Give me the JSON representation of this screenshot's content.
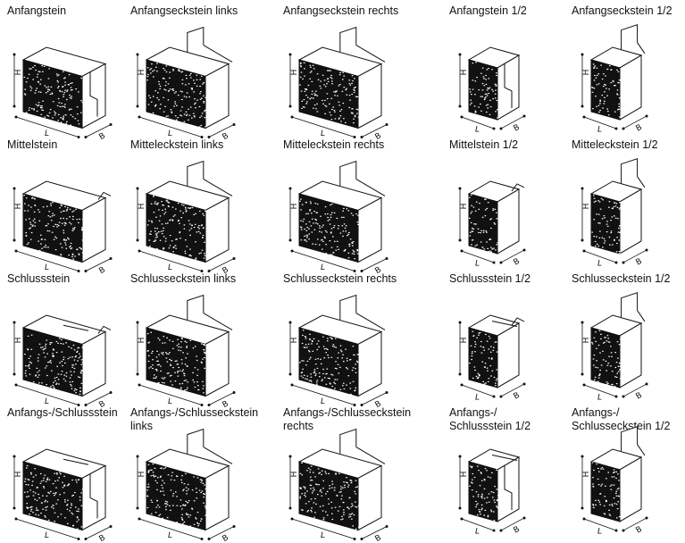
{
  "dimension_labels": {
    "height": "H",
    "length": "L",
    "width": "B"
  },
  "rows": [
    {
      "items": [
        {
          "title": "Anfangstein",
          "variant": "anfang",
          "hand": "left",
          "size": "full"
        },
        {
          "title": "Anfangseckstein links",
          "variant": "eck",
          "hand": "left",
          "size": "full"
        },
        {
          "title": "Anfangseckstein rechts",
          "variant": "eck",
          "hand": "right",
          "size": "full"
        },
        {
          "title": "Anfangstein 1/2",
          "variant": "anfang",
          "hand": "left",
          "size": "half"
        },
        {
          "title": "Anfangseckstein 1/2",
          "variant": "eck",
          "hand": "left",
          "size": "half"
        }
      ]
    },
    {
      "items": [
        {
          "title": "Mittelstein",
          "variant": "mittel",
          "hand": "left",
          "size": "full"
        },
        {
          "title": "Mitteleckstein links",
          "variant": "eck",
          "hand": "left",
          "size": "full"
        },
        {
          "title": "Mitteleckstein rechts",
          "variant": "eck",
          "hand": "right",
          "size": "full"
        },
        {
          "title": "Mittelstein 1/2",
          "variant": "mittel",
          "hand": "left",
          "size": "half"
        },
        {
          "title": "Mitteleckstein 1/2",
          "variant": "eck",
          "hand": "left",
          "size": "half"
        }
      ]
    },
    {
      "items": [
        {
          "title": "Schlussstein",
          "variant": "schluss",
          "hand": "left",
          "size": "full"
        },
        {
          "title": "Schlusseckstein links",
          "variant": "eck",
          "hand": "left",
          "size": "full"
        },
        {
          "title": "Schlusseckstein rechts",
          "variant": "eck",
          "hand": "right",
          "size": "full"
        },
        {
          "title": "Schlussstein 1/2",
          "variant": "schluss",
          "hand": "left",
          "size": "half"
        },
        {
          "title": "Schlusseckstein 1/2",
          "variant": "eck",
          "hand": "left",
          "size": "half"
        }
      ]
    },
    {
      "items": [
        {
          "title": "Anfangs-/Schlussstein",
          "variant": "anfangschluss",
          "hand": "left",
          "size": "full"
        },
        {
          "title": "Anfangs-/Schlusseckstein\nlinks",
          "variant": "eck",
          "hand": "left",
          "size": "full"
        },
        {
          "title": "Anfangs-/Schlusseckstein\nrechts",
          "variant": "eck",
          "hand": "right",
          "size": "full"
        },
        {
          "title": "Anfangs-/\nSchlussstein 1/2",
          "variant": "anfangschluss",
          "hand": "left",
          "size": "half"
        },
        {
          "title": "Anfangs-/\nSchlusseckstein 1/2",
          "variant": "eck",
          "hand": "left",
          "size": "half"
        }
      ]
    }
  ]
}
